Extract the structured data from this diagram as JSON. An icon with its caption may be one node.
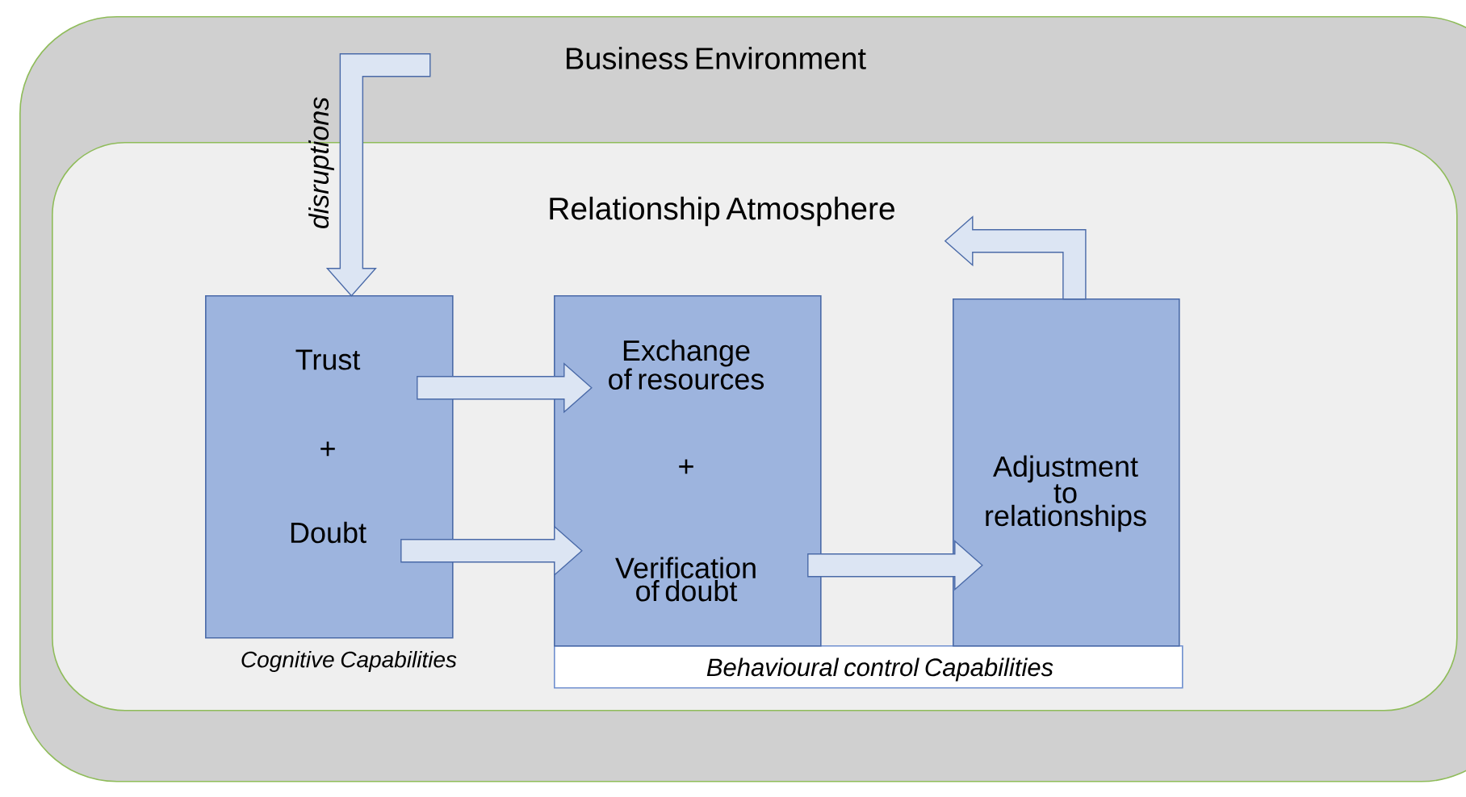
{
  "diagram": {
    "nodes": [
      {
        "text": [
          "Business Environment"
        ]
      },
      {
        "text": [
          "Relationship Atmosphere"
        ],
        "in": 0
      },
      {
        "text": [
          "Behavioural control Capabilities"
        ],
        "in": 1
      },
      {
        "text": [
          "Trust",
          "+",
          "Doubt"
        ],
        "beside": [
          "Cognitive Capabilities"
        ],
        "in": 1
      },
      {
        "text": [
          "Exchange of resources",
          "+",
          "Verification of doubt"
        ],
        "in": 1
      },
      {
        "text": [
          "Adjustment to relationships"
        ],
        "in": 1
      }
    ],
    "edges": [
      {
        "from": null,
        "to": 3,
        "arrow": "to",
        "label": "disruptions"
      },
      {
        "from": 3,
        "to": 4,
        "arrow": "to"
      },
      {
        "from": 3,
        "to": 4,
        "arrow": "to"
      },
      {
        "from": 4,
        "to": 5,
        "arrow": "to"
      },
      {
        "from": 5,
        "to": 1,
        "arrow": "to"
      }
    ]
  }
}
